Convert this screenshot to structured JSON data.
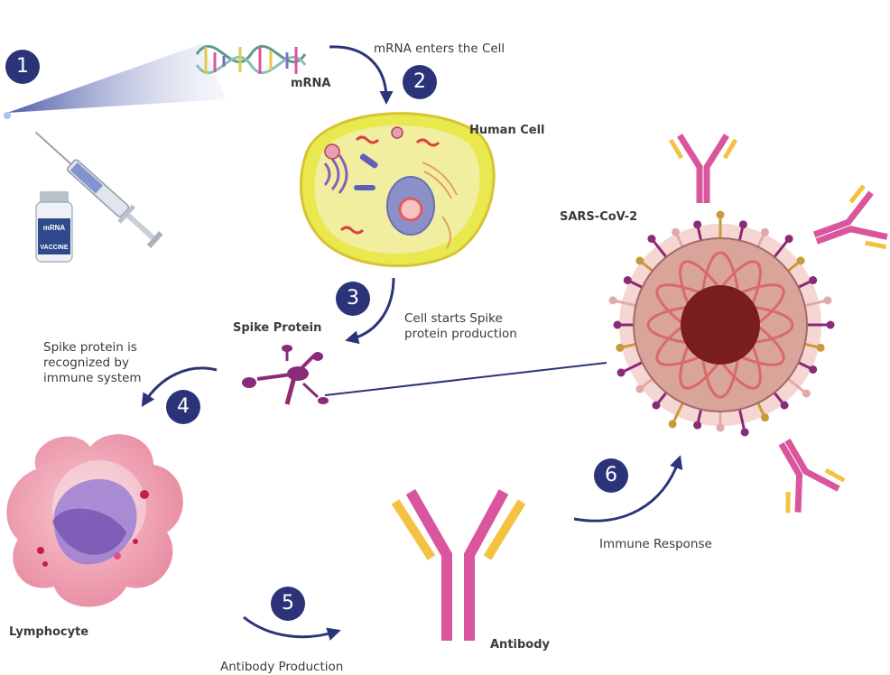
{
  "steps": {
    "s1": "1",
    "s2": "2",
    "s3": "3",
    "s4": "4",
    "s5": "5",
    "s6": "6"
  },
  "labels": {
    "mrna": "mRNA",
    "mrna_enters": "mRNA enters the Cell",
    "human_cell": "Human Cell",
    "sars": "SARS-CoV-2",
    "spike_protein": "Spike Protein",
    "cell_starts_1": "Cell starts Spike",
    "cell_starts_2": "protein production",
    "recognized_1": "Spike protein is",
    "recognized_2": "recognized by",
    "recognized_3": "immune system",
    "lymphocyte": "Lymphocyte",
    "antibody_production": "Antibody Production",
    "antibody": "Antibody",
    "immune_response": "Immune Response"
  },
  "vial": {
    "line1": "mRNA",
    "line2": "VACCINE"
  },
  "colors": {
    "badge": "#2b3478",
    "arrow": "#2b3478",
    "antibody_pink": "#d9559e",
    "antibody_yellow": "#f3c241",
    "virus_core": "#7a1d1d",
    "virus_body": "#d9a59a",
    "cell_outer": "#e9e84f",
    "spike_purple": "#8a2a78"
  },
  "icons": [
    "syringe-icon",
    "vaccine-vial-icon",
    "mrna-strand-icon",
    "human-cell-icon",
    "spike-protein-icon",
    "virus-icon",
    "lymphocyte-icon",
    "antibody-icon"
  ]
}
